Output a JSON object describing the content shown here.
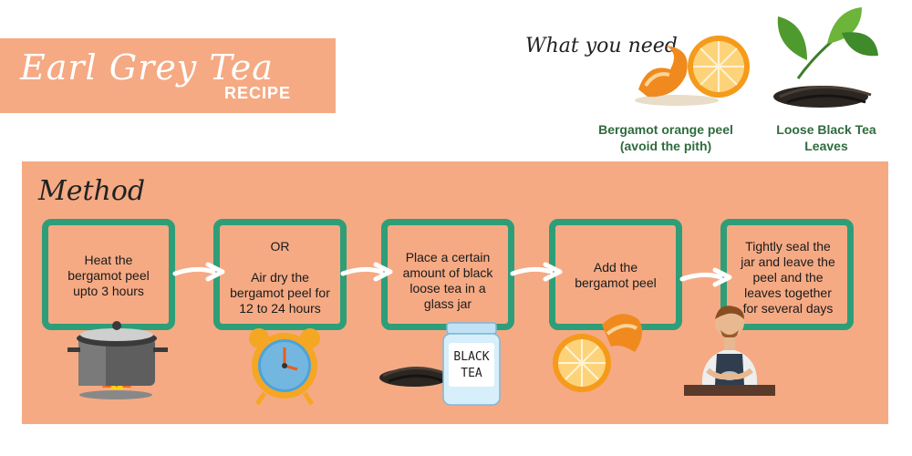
{
  "header": {
    "title": "Earl Grey Tea",
    "subtitle": "RECIPE"
  },
  "ingredients": {
    "title": "What you need",
    "items": [
      {
        "label_line1": "Bergamot orange peel",
        "label_line2": "(avoid the pith)",
        "icon": "orange-peel-icon"
      },
      {
        "label_line1": "Loose Black Tea",
        "label_line2": "Leaves",
        "icon": "tea-leaves-icon"
      }
    ]
  },
  "method": {
    "title": "Method",
    "steps": [
      {
        "lines": [
          "Heat the",
          "bergamot peel",
          "upto 3 hours"
        ],
        "icon": "cooking-pot-icon"
      },
      {
        "lines": [
          "OR",
          "",
          "Air dry the",
          "bergamot peel for",
          "12 to 24 hours"
        ],
        "icon": "alarm-clock-icon"
      },
      {
        "lines": [
          "Place a certain",
          "amount of black",
          "loose tea in a",
          "glass jar"
        ],
        "icon": "tea-jar-icon",
        "jar_label_1": "BLACK",
        "jar_label_2": "TEA"
      },
      {
        "lines": [
          "Add the",
          "bergamot peel"
        ],
        "icon": "orange-half-icon"
      },
      {
        "lines": [
          "Tightly seal the",
          "jar and leave the",
          "peel and the",
          "leaves together",
          "for several days"
        ],
        "icon": "barista-icon"
      }
    ]
  },
  "colors": {
    "panel": "#f5aa84",
    "frame": "#2e9e78",
    "label_green": "#2f6b3e"
  }
}
